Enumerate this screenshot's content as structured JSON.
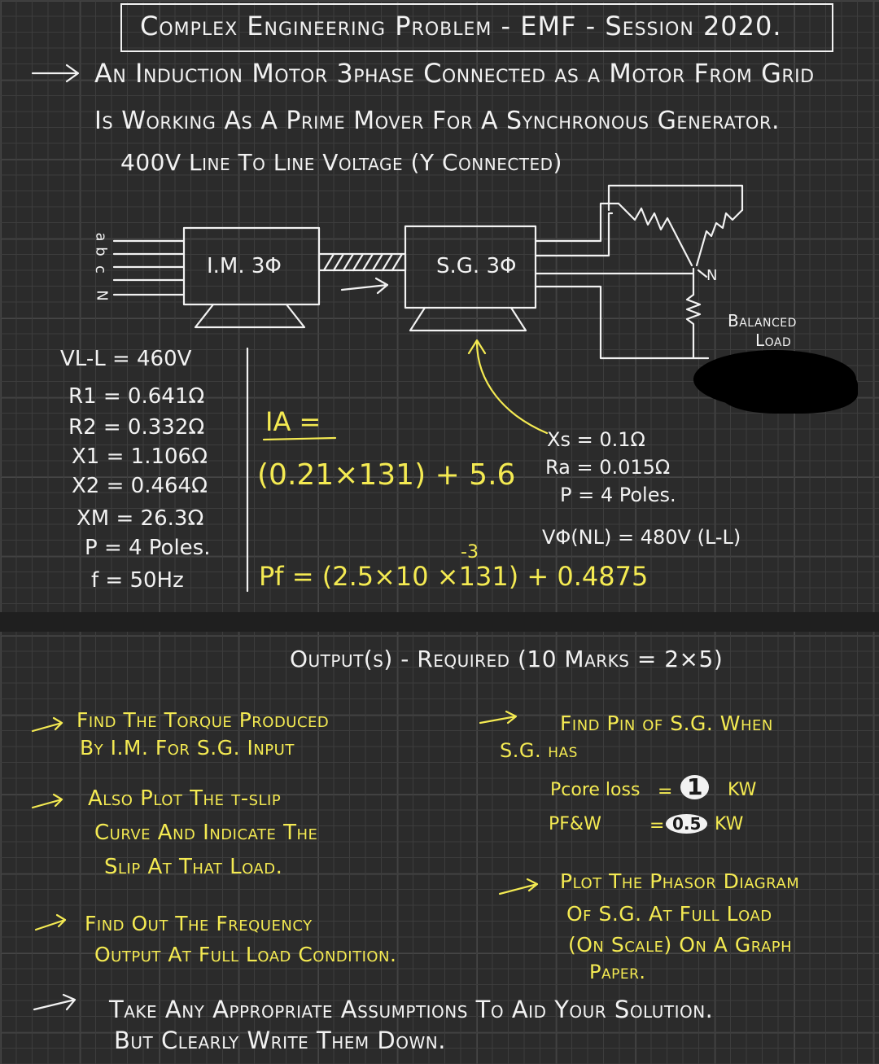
{
  "title": "Complex Engineering Problem - EMF - Session 2020.",
  "statement": {
    "line1": "An Induction Motor 3phase Connected as a Motor From Grid",
    "line2": "Is Working As A Prime Mover For A Synchronous Generator.",
    "line3": "400V Line To Line Voltage (Y Connected)"
  },
  "diagram": {
    "phases": [
      "a",
      "b",
      "c",
      "N"
    ],
    "im_label": "I.M. 3Φ",
    "sg_label": "S.G. 3Φ",
    "neutral_label": "N",
    "load_label_1": "Balanced",
    "load_label_2": "Load"
  },
  "im_params": [
    "VL-L = 460V",
    "R1 = 0.641Ω",
    "R2 = 0.332Ω",
    "X1 = 1.106Ω",
    "X2 = 0.464Ω",
    "XM = 26.3Ω",
    "P = 4 Poles.",
    "f = 50Hz"
  ],
  "ia_label": "IA =",
  "ia_formula": "(0.21×131) + 5.6",
  "pf_exponent": "-3",
  "pf_formula": "Pf = (2.5×10 ×131) + 0.4875",
  "sg_params": [
    "Xs = 0.1Ω",
    "Ra = 0.015Ω",
    "P = 4 Poles.",
    "VΦ(NL) = 480V (L-L)"
  ],
  "output_heading": "Output(s) - Required (10 Marks = 2×5)",
  "tasks": {
    "t1_line1": "Find The Torque Produced",
    "t1_line2": "By I.M. For S.G. Input",
    "t2_line1": "Also Plot The τ-slip",
    "t2_line2": "Curve And Indicate The",
    "t2_line3": "Slip At That Load.",
    "t3_line1": "Find Out The Frequency",
    "t3_line2": "Output At Full Load Condition.",
    "t4_line1": "Find Pin of S.G. When",
    "t4_line2": "S.G. has",
    "t4_pcore_label": "Pcore loss",
    "t4_pcore_value": "1",
    "t4_pcore_unit": "KW",
    "t4_pfw_label": "PF&W",
    "t4_pfw_value": "0.5",
    "t4_pfw_unit": "KW",
    "t5_line1": "Plot The Phasor Diagram",
    "t5_line2": "Of S.G. At Full Load",
    "t5_line3": "(On Scale) On A Graph",
    "t5_line4": "Paper.",
    "footer_line1": "Take Any Appropriate Assumptions To Aid Your Solution.",
    "footer_line2": "But Clearly Write Them Down."
  },
  "colors": {
    "background": "#2b2b2b",
    "white_ink": "#f2f2f2",
    "yellow_ink": "#f4ea52",
    "redaction": "#000000"
  }
}
